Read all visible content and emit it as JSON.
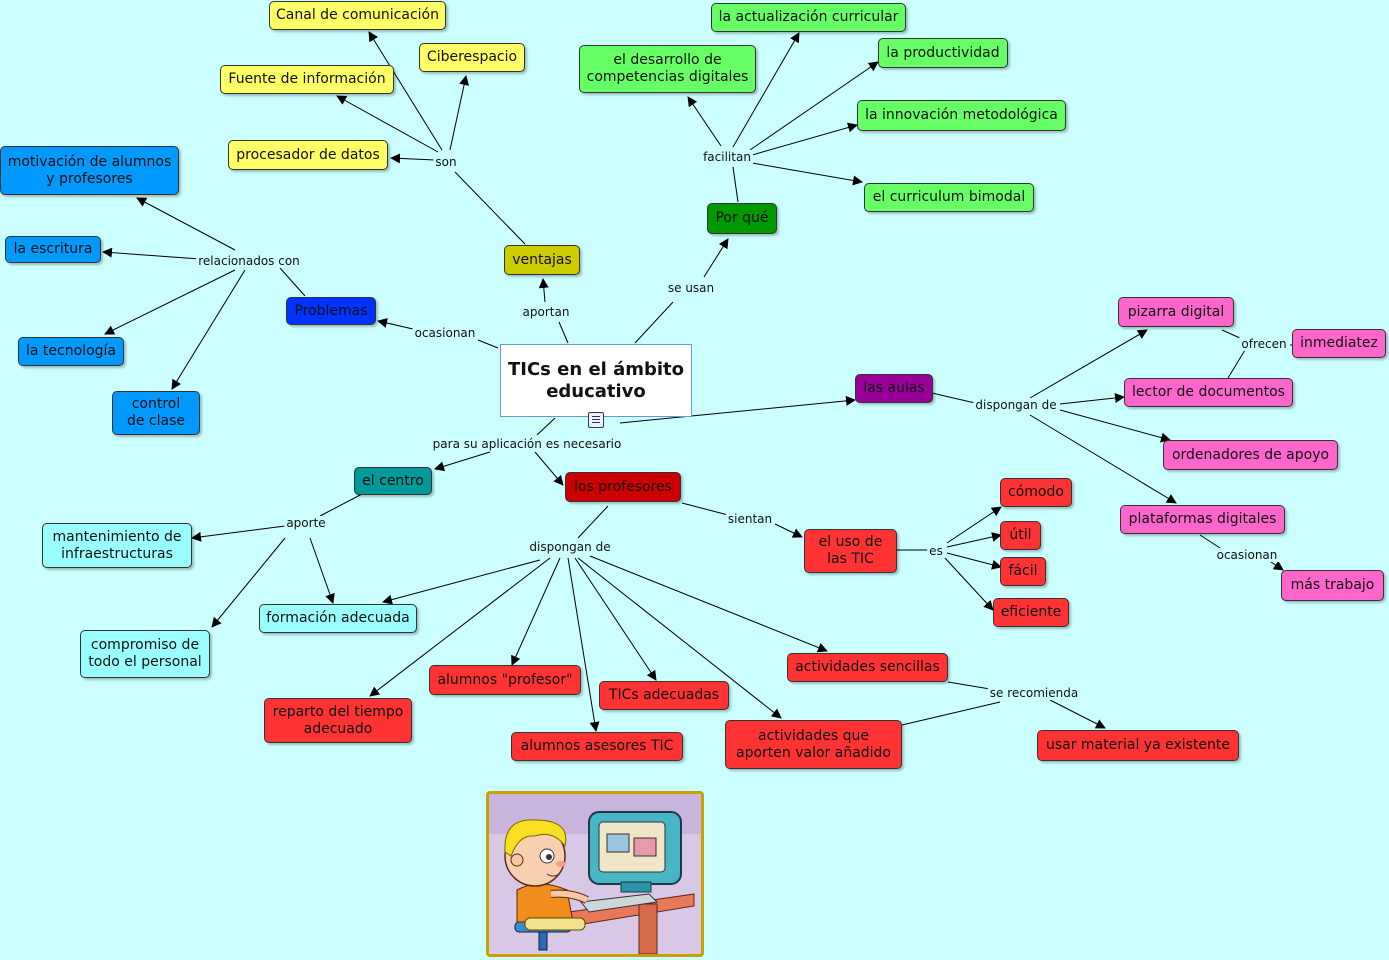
{
  "central": {
    "title": "TICs en el ámbito educativo"
  },
  "nodes": {
    "canal": "Canal de comunicación",
    "ciberespacio": "Ciberespacio",
    "fuente": "Fuente de información",
    "procesador": "procesador de datos",
    "ventajas": "ventajas",
    "actualizacion": "la actualización curricular",
    "desarrollo": "el desarrollo de competencias digitales",
    "productividad": "la productividad",
    "innovacion": "la innovación metodológica",
    "curriculum": "el curriculum bimodal",
    "porque": "Por qué",
    "motivacion": "motivación de alumnos y profesores",
    "escritura": "la escritura",
    "tecnologia": "la tecnología",
    "control": "control de clase",
    "problemas": "Problemas",
    "pizarra": "pizarra digital",
    "inmediatez": "inmediatez",
    "lector": "lector de documentos",
    "aulas": "las aulas",
    "ordenadores": "ordenadores de apoyo",
    "plataformas": "plataformas digitales",
    "mastrabajo": "más trabajo",
    "centro": "el centro",
    "profesores": "los profesores",
    "mantenimiento": "mantenimiento de infraestructuras",
    "formacion": "formación adecuada",
    "compromiso": "compromiso de todo el personal",
    "cliente": "",
    "comodo": "cómodo",
    "util": "útil",
    "facil": "fácil",
    "eficiente": "eficiente",
    "usotic": "el uso de las TIC",
    "actsencillas": "actividades sencillas",
    "alumnosprof": "alumnos \"profesor\"",
    "ticsadec": "TICs adecuadas",
    "reparto": "reparto del tiempo adecuado",
    "asesores": "alumnos asesores TIC",
    "actvalor": "actividades que aporten valor añadido",
    "usarmat": "usar material ya existente"
  },
  "links": {
    "son": "son",
    "facilitan": "facilitan",
    "aportan": "aportan",
    "se_usan": "se usan",
    "relacionados": "relacionados con",
    "ocasionan1": "ocasionan",
    "ofrecen": "ofrecen",
    "dispongan_aulas": "dispongan de",
    "ocasionan2": "ocasionan",
    "para_su": "para su aplicación es necesario",
    "aporte": "aporte",
    "dispongan_prof": "dispongan de",
    "sientan": "sientan",
    "es": "es",
    "se_recomienda": "se recomienda"
  },
  "icons": {
    "doc": "document-icon",
    "clipart": "child-computer-illustration"
  },
  "colors": {
    "background": "#ccffff",
    "yellow": "#ffff66",
    "olive": "#cccc00",
    "light_green": "#66ff66",
    "dark_green": "#009900",
    "blue": "#0099ff",
    "dark_blue": "#0033ff",
    "teal": "#009999",
    "cyan": "#99ffff",
    "red": "#ff3333",
    "dark_red": "#cc0000",
    "purple": "#990099",
    "pink": "#ff66cc"
  }
}
